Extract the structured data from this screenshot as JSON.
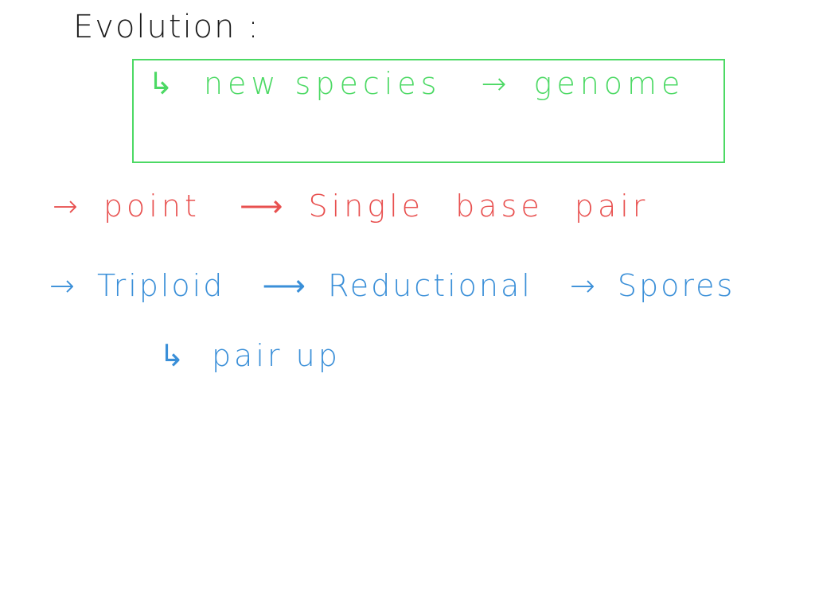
{
  "title": "Evolution :",
  "green_box": {
    "hook": "↳",
    "term": "new species",
    "arrow": "→",
    "result": "genome"
  },
  "red_line": {
    "lead_arrow": "→",
    "term": "point",
    "arrow": "⟶",
    "w1": "Single",
    "w2": "base",
    "w3": "pair"
  },
  "blue_line": {
    "lead_arrow": "→",
    "term": "Triploid",
    "arrow1": "⟶",
    "mid": "Reductional",
    "arrow2": "→",
    "result": "Spores"
  },
  "sub_line": {
    "hook": "↳",
    "text": "pair up"
  },
  "colors": {
    "title": "#1a1a1a",
    "green": "#4cd964",
    "red": "#e8504f",
    "blue": "#3a8fd8"
  }
}
